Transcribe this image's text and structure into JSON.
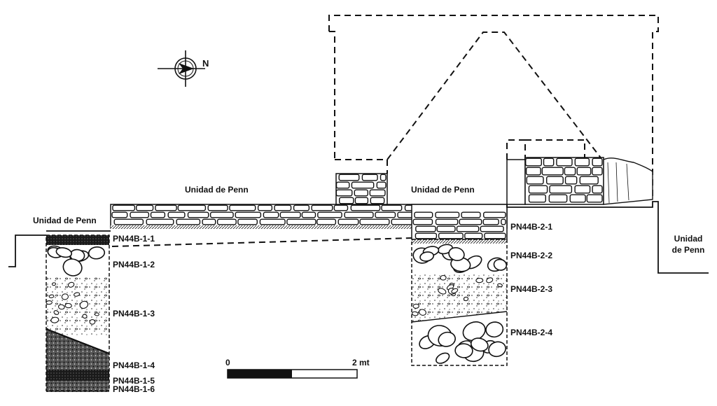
{
  "compass": {
    "north_letter": "N",
    "icon": "north-arrow-icon"
  },
  "units": {
    "left": "Unidad de Penn",
    "wall_left": "Unidad de Penn",
    "wall_right": "Unidad de Penn",
    "far_right": "Unidad\nde Penn"
  },
  "trench1_layers": [
    "PN44B-1-1",
    "PN44B-1-2",
    "PN44B-1-3",
    "PN44B-1-4",
    "PN44B-1-5",
    "PN44B-1-6"
  ],
  "trench2_layers": [
    "PN44B-2-1",
    "PN44B-2-2",
    "PN44B-2-3",
    "PN44B-2-4"
  ],
  "scale_bar": {
    "start": "0",
    "end": "2 mt"
  }
}
